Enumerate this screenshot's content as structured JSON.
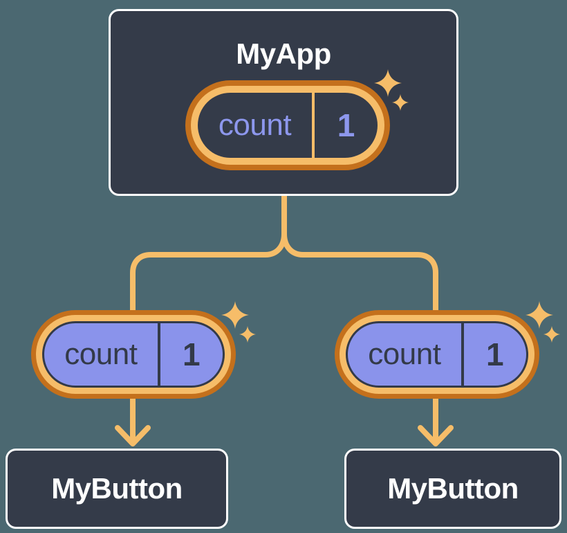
{
  "colors": {
    "bg": "#4B6871",
    "box_fill": "#343B49",
    "box_border": "#FFFFFF",
    "orange_dark": "#C4701C",
    "orange_light": "#F6BD69",
    "purple_fill": "#8A93EB",
    "purple_text": "#8D97ED",
    "navy_text": "#333A48"
  },
  "icons": {
    "sparkle": "sparkle-star-icon",
    "arrow": "arrow-down-icon"
  },
  "diagram": {
    "root": {
      "label": "MyApp",
      "pill": {
        "key": "count",
        "value": "1"
      }
    },
    "children": [
      {
        "label": "MyButton",
        "pill": {
          "key": "count",
          "value": "1"
        }
      },
      {
        "label": "MyButton",
        "pill": {
          "key": "count",
          "value": "1"
        }
      }
    ]
  }
}
